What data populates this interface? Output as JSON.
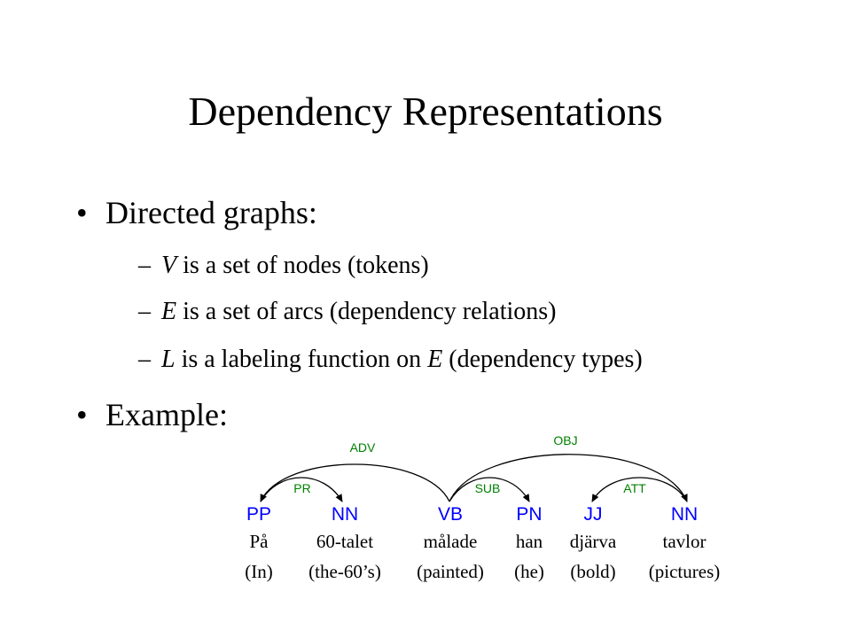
{
  "title": "Dependency Representations",
  "bullets": {
    "directed": "Directed graphs:",
    "example": "Example:"
  },
  "subitems": [
    {
      "symbol": "V",
      "text": " is a set of nodes (tokens)"
    },
    {
      "symbol": "E",
      "text": " is a set of arcs (dependency relations)"
    },
    {
      "symbol": "L",
      "text": " is a labeling function on ",
      "symbol2": "E",
      "text2": " (dependency types)"
    }
  ],
  "tokens": [
    {
      "tag": "PP",
      "word": "På",
      "gloss": "(In)"
    },
    {
      "tag": "NN",
      "word": "60-talet",
      "gloss": "(the-60’s)"
    },
    {
      "tag": "VB",
      "word": "målade",
      "gloss": "(painted)"
    },
    {
      "tag": "PN",
      "word": "han",
      "gloss": "(he)"
    },
    {
      "tag": "JJ",
      "word": "djärva",
      "gloss": "(bold)"
    },
    {
      "tag": "NN",
      "word": "tavlor",
      "gloss": "(pictures)"
    }
  ],
  "arcs": [
    {
      "label": "ADV",
      "head": 2,
      "dep": 0
    },
    {
      "label": "PR",
      "head": 0,
      "dep": 1
    },
    {
      "label": "OBJ",
      "head": 2,
      "dep": 5
    },
    {
      "label": "SUB",
      "head": 2,
      "dep": 3
    },
    {
      "label": "ATT",
      "head": 5,
      "dep": 4
    }
  ],
  "colors": {
    "tag": "#0000ff",
    "arc_label": "#008000",
    "text": "#000000"
  }
}
